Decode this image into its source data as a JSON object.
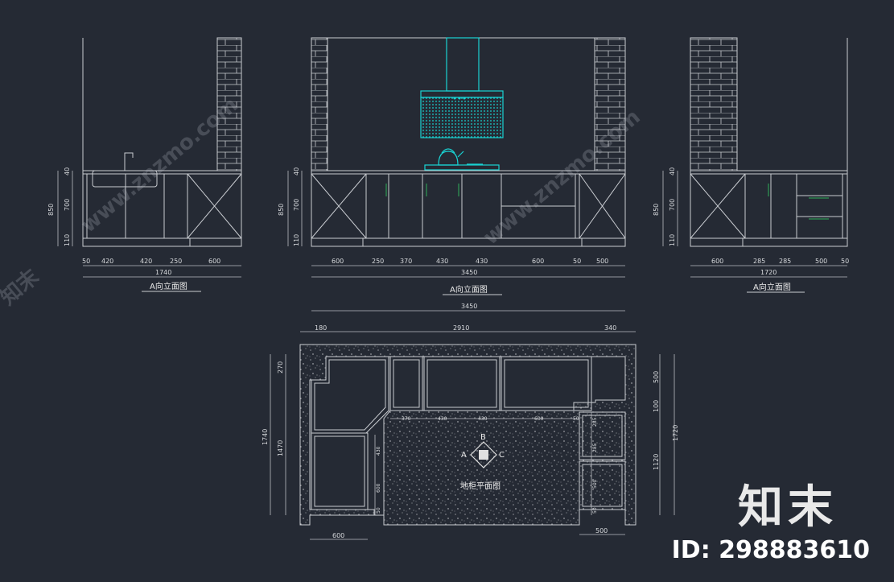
{
  "drawing": {
    "left_elevation": {
      "title": "A向立面图",
      "height_dims": [
        "40",
        "700",
        "110"
      ],
      "total_height": "850",
      "width_dims": [
        "50",
        "420",
        "420",
        "250",
        "600"
      ],
      "total_width": "1740"
    },
    "middle_elevation": {
      "title": "A向立面图",
      "height_dims": [
        "40",
        "700",
        "110"
      ],
      "total_height": "850",
      "width_dims": [
        "600",
        "250",
        "370",
        "430",
        "430",
        "600",
        "50",
        "500"
      ],
      "total_width": "3450",
      "overall_width": "3450"
    },
    "right_elevation": {
      "title": "A向立面图",
      "height_dims": [
        "40",
        "700",
        "110"
      ],
      "total_height": "850",
      "width_dims": [
        "600",
        "285",
        "285",
        "500",
        "50"
      ],
      "total_width": "1720"
    },
    "plan": {
      "title": "地柜平面图",
      "top_dims": [
        "180",
        "2910",
        "340"
      ],
      "left_dims": [
        "270",
        "1470"
      ],
      "left_total": "1740",
      "right_dims": [
        "500",
        "100",
        "1120"
      ],
      "right_total": "1720",
      "bottom_left": "600",
      "bottom_right": "500",
      "compass": [
        "A",
        "B",
        "C"
      ],
      "inner_dims": [
        "370",
        "430",
        "430",
        "600",
        "50"
      ],
      "inner_left": [
        "430",
        "600",
        "50"
      ],
      "inner_right": [
        "285",
        "285",
        "500",
        "50"
      ]
    }
  },
  "watermark": {
    "brand_cn": "知末",
    "id_text": "ID: 298883610",
    "site": "www.znzmo.com"
  }
}
